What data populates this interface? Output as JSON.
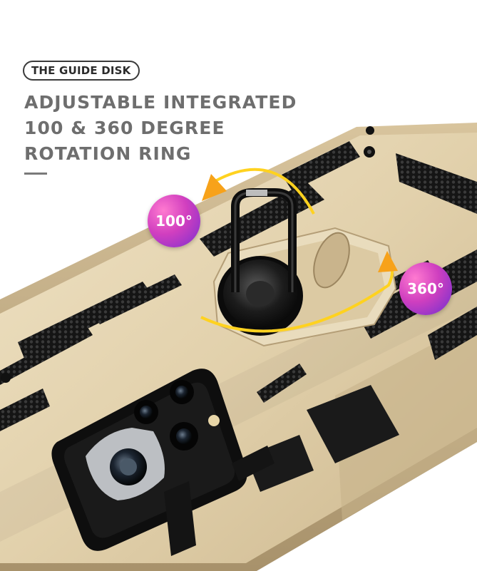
{
  "tag_label": "THE GUIDE DISK",
  "headline": {
    "line1": "ADJUSTABLE INTEGRATED",
    "line2": "100 & 360 DEGREE",
    "line3": "ROTATION RING"
  },
  "badges": {
    "left": "100°",
    "right": "360°"
  },
  "colors": {
    "case_gold": "#e3d3b0",
    "case_shadow": "#b9a57f",
    "rubber": "#1e1e1e",
    "headline_gray": "#6e6e6e",
    "arrow_orange": "#f7a21a",
    "arrow_yellow": "#ffd21f",
    "badge_pink": "#d13fbf",
    "badge_purple": "#7a2fd0"
  }
}
